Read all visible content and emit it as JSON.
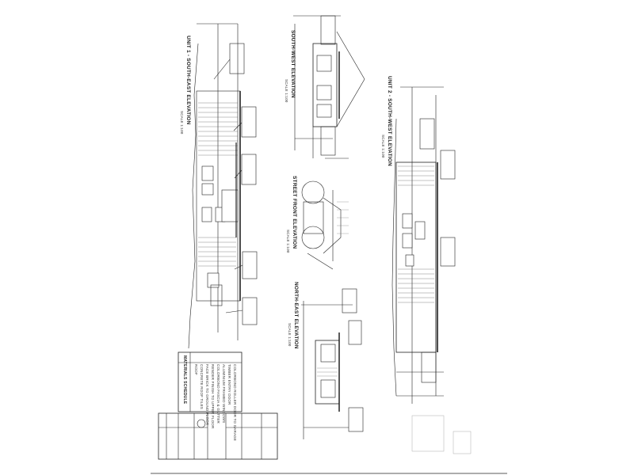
{
  "sheet": {
    "views": {
      "unit1_se": "UNIT 1 - SOUTH-EAST ELEVATION",
      "sw": "SOUTH-WEST ELEVATION",
      "street": "STREET FRONT ELEVATION",
      "ne": "NORTH-EAST ELEVATION",
      "unit2_sw": "UNIT 2 - SOUTH-WEST ELEVATION"
    },
    "scale": "SCALE 1:100",
    "materials": {
      "heading": "MATERIALS SCHEDULE",
      "items": [
        "ROOF",
        "CONCRETE ROOF TILES",
        "FACE BRICK TO GROUND FLOOR",
        "RENDER FINISH TO UPPER FLOOR",
        "COLORBOND FASCIA & GUTTER",
        "ALUMINIUM FRAMED WINDOWS",
        "TIMBER ENTRY DOOR",
        "COLORBOND ROLLER DOOR TO GARAGE"
      ]
    }
  }
}
